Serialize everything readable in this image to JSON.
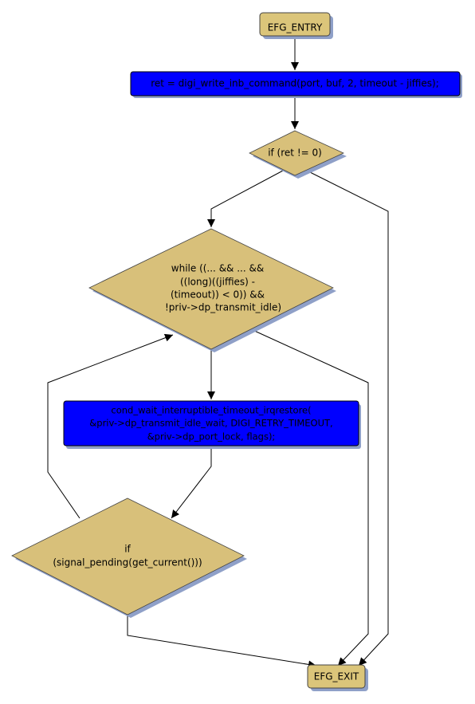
{
  "colors": {
    "terminal_fill": "#dbc57a",
    "decision_fill": "#d8c07a",
    "statement_fill": "#0000ff",
    "statement_text": "#000000",
    "shadow": "#8fa0c8",
    "edge": "#000000"
  },
  "nodes": {
    "entry": {
      "label": "EFG_ENTRY"
    },
    "write_stmt": {
      "label": "ret = digi_write_inb_command(port, buf, 2, timeout - jiffies);"
    },
    "if_ret": {
      "label": "if (ret != 0)"
    },
    "while_cond": {
      "lines": [
        "while ((... && ... &&",
        "((long)((jiffies) -",
        "(timeout)) < 0)) &&",
        "!priv->dp_transmit_idle)"
      ]
    },
    "cond_wait": {
      "lines": [
        "cond_wait_interruptible_timeout_irqrestore(",
        "&priv->dp_transmit_idle_wait, DIGI_RETRY_TIMEOUT,",
        "&priv->dp_port_lock, flags);"
      ]
    },
    "if_signal": {
      "lines": [
        "if",
        "(signal_pending(get_current()))"
      ]
    },
    "exit": {
      "label": "EFG_EXIT"
    }
  }
}
